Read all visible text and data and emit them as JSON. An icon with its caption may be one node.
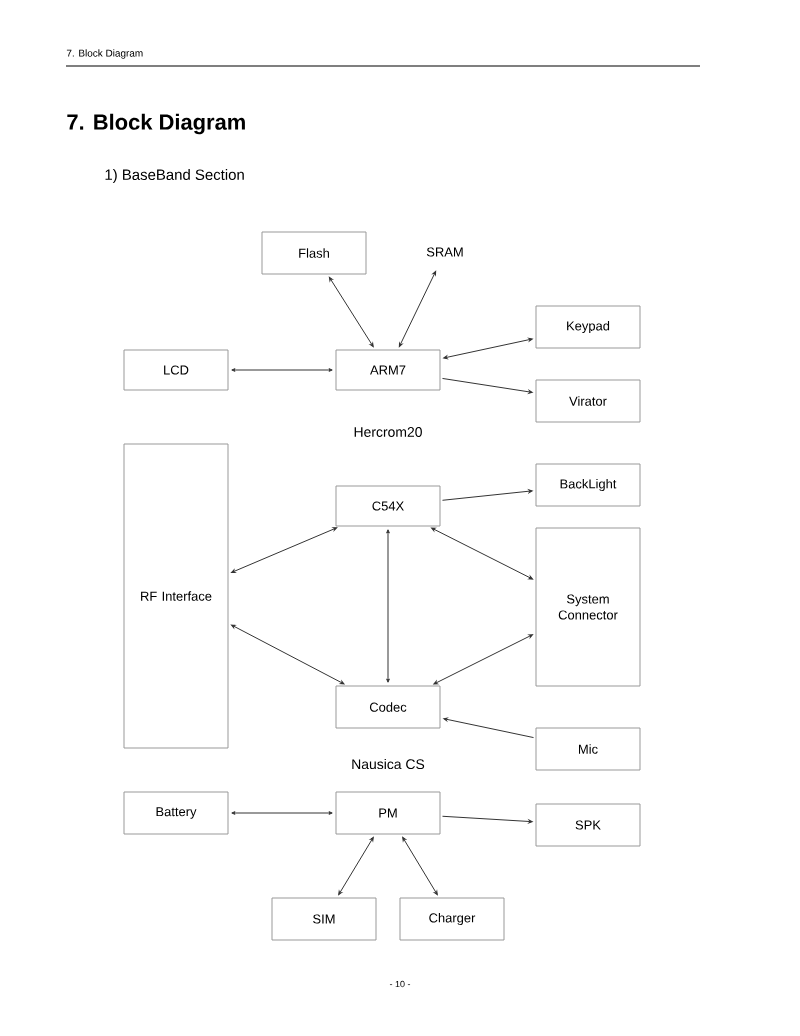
{
  "diagram": {
    "title": "7. Block Diagram",
    "nodes": [
      {
        "text": [
          "Flash"
        ]
      },
      {
        "text": [
          "SRAM"
        ]
      },
      {
        "text": [
          "Keypad"
        ]
      },
      {
        "text": [
          "LCD"
        ]
      },
      {
        "text": [
          "ARM7"
        ]
      },
      {
        "text": [
          "Virator"
        ]
      },
      {
        "text": [
          "RF Interface"
        ]
      },
      {
        "text": [
          "C54X"
        ]
      },
      {
        "text": [
          "BackLight"
        ]
      },
      {
        "text": [
          "System Connector"
        ]
      },
      {
        "text": [
          "Codec"
        ]
      },
      {
        "text": [
          "Mic"
        ]
      },
      {
        "text": [
          "Battery"
        ]
      },
      {
        "text": [
          "PM"
        ]
      },
      {
        "text": [
          "SPK"
        ]
      },
      {
        "text": [
          "SIM"
        ]
      },
      {
        "text": [
          "Charger"
        ]
      }
    ],
    "edges": [
      {
        "from": 4,
        "to": 0,
        "arrow": "both"
      },
      {
        "from": 4,
        "to": 1,
        "arrow": "both"
      },
      {
        "from": 4,
        "to": 2,
        "arrow": "both"
      },
      {
        "from": 4,
        "to": 3,
        "arrow": "both"
      },
      {
        "from": 4,
        "to": 5,
        "arrow": "to"
      },
      {
        "from": 7,
        "to": 6,
        "arrow": "both"
      },
      {
        "from": 7,
        "to": 8,
        "arrow": "to"
      },
      {
        "from": 7,
        "to": 9,
        "arrow": "both"
      },
      {
        "from": 7,
        "to": 10,
        "arrow": "both"
      },
      {
        "from": 10,
        "to": 6,
        "arrow": "both"
      },
      {
        "from": 10,
        "to": 9,
        "arrow": "both"
      },
      {
        "from": 11,
        "to": 10,
        "arrow": "to"
      },
      {
        "from": 13,
        "to": 12,
        "arrow": "both"
      },
      {
        "from": 13,
        "to": 14,
        "arrow": "to"
      },
      {
        "from": 13,
        "to": 15,
        "arrow": "both"
      },
      {
        "from": 13,
        "to": 16,
        "arrow": "both"
      }
    ],
    "labels": [
      "7. Block Diagram",
      "1) BaseBand Section",
      "Hercrom20",
      "Nausica CS",
      "- 10 -"
    ]
  }
}
